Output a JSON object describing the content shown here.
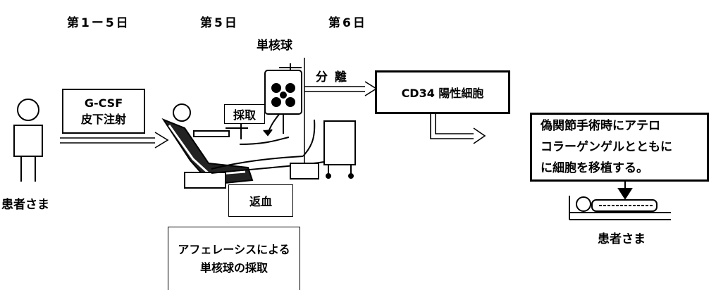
{
  "days": {
    "day1_5": "第1ー5日",
    "day5": "第5日",
    "day6": "第6日"
  },
  "labels": {
    "monocyte": "単核球",
    "separation": "分 離",
    "collection": "採取",
    "return_blood": "返血",
    "patient_left": "患者さま",
    "patient_right": "患者さま"
  },
  "boxes": {
    "gcsf_line1": "G-CSF",
    "gcsf_line2": "皮下注射",
    "cd34": "CD34 陽性細胞",
    "transplant_line1": "偽関節手術時にアテロ",
    "transplant_line2": "コラーゲンゲルとともに",
    "transplant_line3": "に細胞を移植する。",
    "apheresis_line1": "アフェレーシスによる",
    "apheresis_line2": "単核球の採取"
  }
}
